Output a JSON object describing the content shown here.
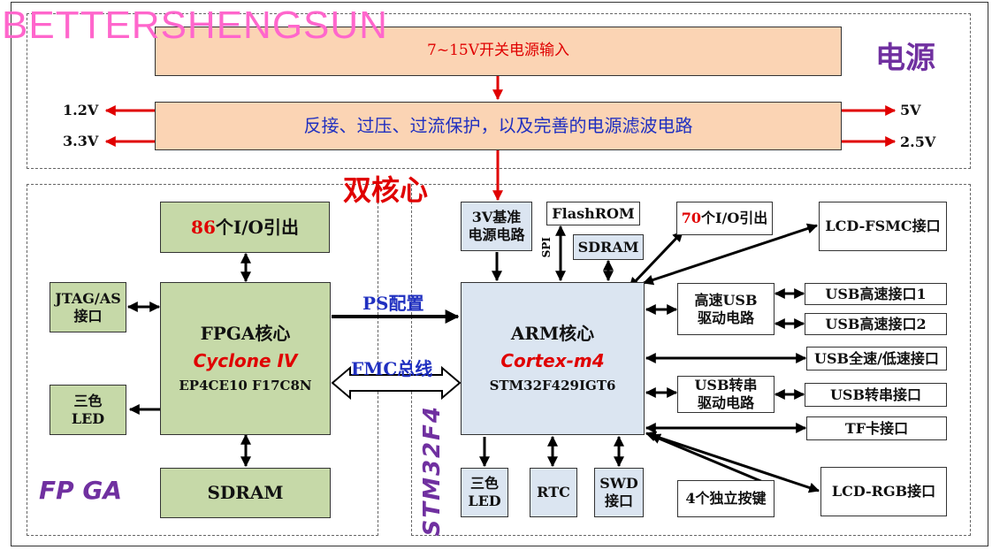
{
  "watermark": "BETTERSHENGSUN",
  "power": {
    "section_label": "电源",
    "input_label": "7~15V开关电源输入",
    "protection_label": "反接、过压、过流保护，以及完善的电源滤波电路",
    "rails_left": [
      "1.2V",
      "3.3V"
    ],
    "rails_right": [
      "5V",
      "2.5V"
    ]
  },
  "dual_core_label": "双核心",
  "fpga": {
    "section_label": "FP GA",
    "io": {
      "count": "86",
      "suffix": "个I/O引出"
    },
    "jtag": "JTAG/AS\n接口",
    "led": "三色\nLED",
    "sdram": "SDRAM",
    "core_title": "FPGA核心",
    "core_family": "Cyclone IV",
    "core_part": "EP4CE10 F17C8N"
  },
  "links": {
    "ps": "PS配置",
    "fmc": "FMC总线",
    "spi": "SPI"
  },
  "stm": {
    "section_label": "STM32F4",
    "ref": "3V基准\n电源电路",
    "flashrom": "FlashROM",
    "sdram": "SDRAM",
    "io": {
      "count": "70",
      "suffix": "个I/O引出"
    },
    "core_title": "ARM核心",
    "core_family": "Cortex-m4",
    "core_part": "STM32F429IGT6",
    "led": "三色\nLED",
    "rtc": "RTC",
    "swd": "SWD\n接口",
    "keys": "4个独立按键",
    "hs_usb_drv": "高速USB\n驱动电路",
    "usb_serial_drv": "USB转串\n驱动电路",
    "lcd_fsmc": "LCD-FSMC接口",
    "usb_hs1": "USB高速接口1",
    "usb_hs2": "USB高速接口2",
    "usb_fs": "USB全速/低速接口",
    "usb_serial": "USB转串接口",
    "tf": "TF卡接口",
    "lcd_rgb": "LCD-RGB接口"
  }
}
